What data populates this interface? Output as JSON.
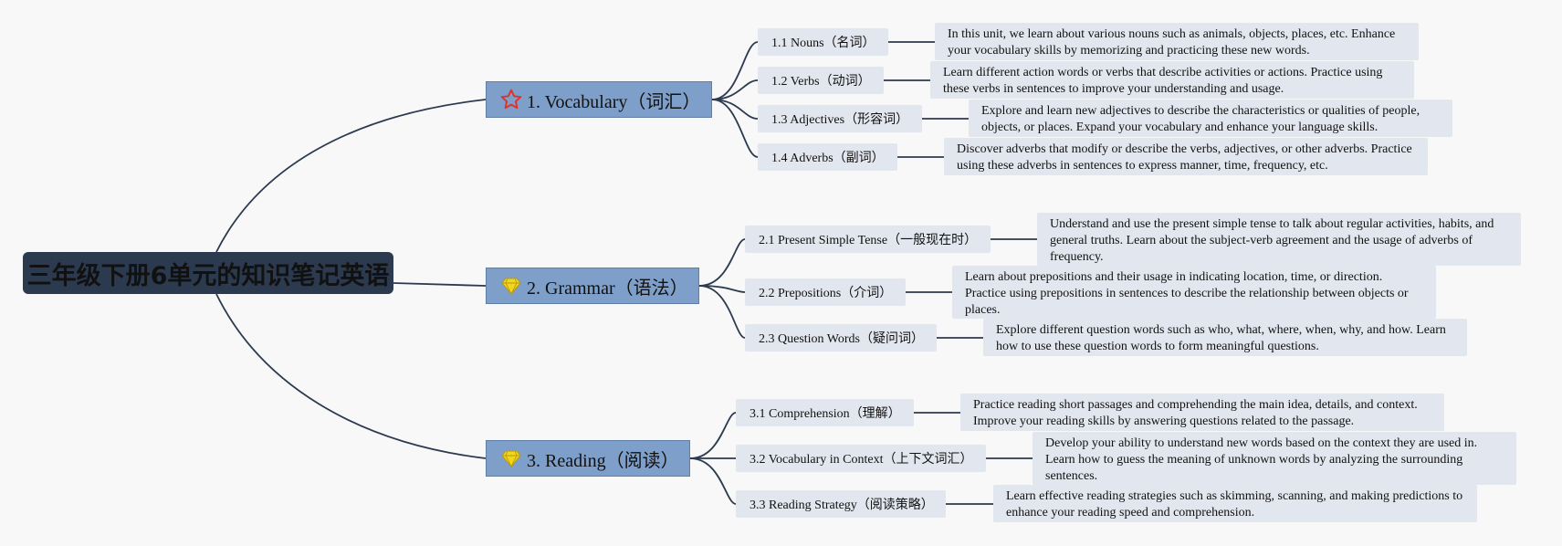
{
  "root": {
    "title": "三年级下册6单元的知识笔记英语"
  },
  "branches": [
    {
      "label": "1. Vocabulary（词汇）",
      "icon": "star-icon",
      "topics": [
        {
          "label": "1.1 Nouns（名词）",
          "note": "In this unit, we learn about various nouns such as animals, objects, places, etc. Enhance your vocabulary skills by memorizing and practicing these new words."
        },
        {
          "label": "1.2 Verbs（动词）",
          "note": "Learn different action words or verbs that describe activities or actions. Practice using these verbs in sentences to improve your understanding and usage."
        },
        {
          "label": "1.3 Adjectives（形容词）",
          "note": "Explore and learn new adjectives to describe the characteristics or qualities of people, objects, or places. Expand your vocabulary and enhance your language skills."
        },
        {
          "label": "1.4 Adverbs（副词）",
          "note": "Discover adverbs that modify or describe the verbs, adjectives, or other adverbs. Practice using these adverbs in sentences to express manner, time, frequency, etc."
        }
      ]
    },
    {
      "label": "2. Grammar（语法）",
      "icon": "diamond-icon",
      "topics": [
        {
          "label": "2.1 Present Simple Tense（一般现在时）",
          "note": "Understand and use the present simple tense to talk about regular activities, habits, and general truths. Learn about the subject-verb agreement and the usage of adverbs of frequency."
        },
        {
          "label": "2.2 Prepositions（介词）",
          "note": "Learn about prepositions and their usage in indicating location, time, or direction. Practice using prepositions in sentences to describe the relationship between objects or places."
        },
        {
          "label": "2.3 Question Words（疑问词）",
          "note": "Explore different question words such as who, what, where, when, why, and how. Learn how to use these question words to form meaningful questions."
        }
      ]
    },
    {
      "label": "3. Reading（阅读）",
      "icon": "diamond-icon",
      "topics": [
        {
          "label": "3.1 Comprehension（理解）",
          "note": "Practice reading short passages and comprehending the main idea, details, and context. Improve your reading skills by answering questions related to the passage."
        },
        {
          "label": "3.2 Vocabulary in Context（上下文词汇）",
          "note": "Develop your ability to understand new words based on the context they are used in. Learn how to guess the meaning of unknown words by analyzing the surrounding sentences."
        },
        {
          "label": "3.3 Reading Strategy（阅读策略）",
          "note": "Learn effective reading strategies such as skimming, scanning, and making predictions to enhance your reading speed and comprehension."
        }
      ]
    }
  ],
  "colors": {
    "root_bg": "#2c3a4f",
    "branch_bg": "#7d9fc9",
    "topic_bg": "#e2e6ee",
    "line": "#2c3a4f",
    "star": "#e0322c",
    "diamond": "#f2d61d"
  }
}
